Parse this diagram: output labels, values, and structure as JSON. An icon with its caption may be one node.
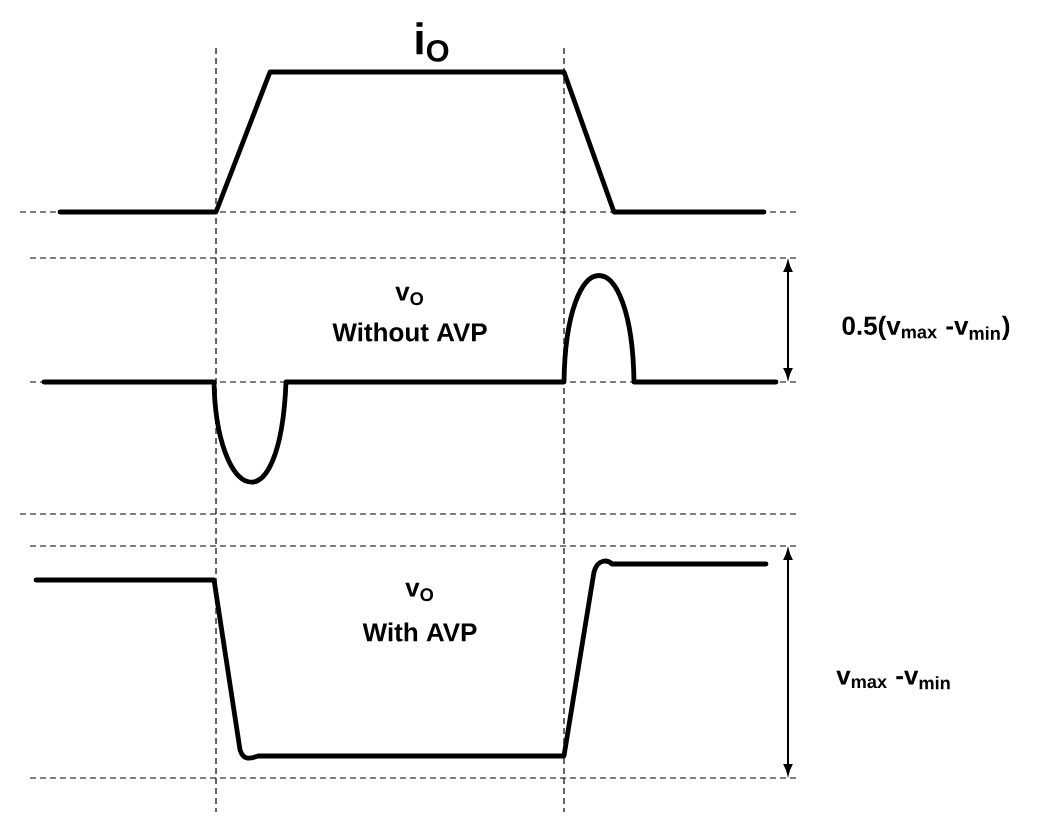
{
  "diagram": {
    "labels": [
      "i$_{O}$",
      "v$_{O}$",
      "Without AVP",
      "0.5(v$_{max}$ -v$_{min}$)",
      "v$_{O}$",
      "With AVP",
      "v$_{max}$ -v$_{min}$"
    ]
  }
}
